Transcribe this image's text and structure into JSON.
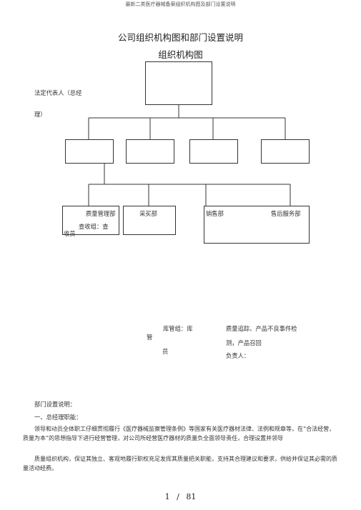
{
  "header": {
    "running_title": "最新二类医疗器械备案组织机构图及部门设置说明"
  },
  "doc": {
    "title": "公司组织机构图和部门设置说明",
    "subtitle": "组织机构图"
  },
  "chart": {
    "legal_rep_line1": "法定代表人（总经",
    "legal_rep_line2": "理）",
    "dept_quality": "质量管理部",
    "dept_purchase": "采买部",
    "dept_sales": "销售部",
    "dept_aftersales": "售后服务部",
    "check_line1": "查收组：查",
    "check_line2": "收员",
    "warehouse_line1": "库管组：库",
    "warehouse_line2": "管",
    "warehouse_line3": "员",
    "trace_line1": "质量追踪、产品不良事件检",
    "trace_line2": "测，产品召回",
    "trace_line3": "负责人："
  },
  "body": {
    "section_title": "部门设置说明：",
    "item1": "一、总经理职能：",
    "para1": "领导和动员全体职工仔细贯彻履行《医疗器械监察管理条例》等国家有关医疗器材法律、法例和规章等，在“合法经营，质量为本”的思想指导下进行经营管理，对公司所经营医疗器材的质量负全面领导责任，合理设置并领导",
    "para2": "质量组织机构，保证其独立、客观地履行职权充足发挥其质量把关职能，支持其合理建议和要求，供给并保证其必需的质量活动经费。"
  },
  "footer": {
    "page_current": "1",
    "page_sep": "/",
    "page_total": "81"
  }
}
